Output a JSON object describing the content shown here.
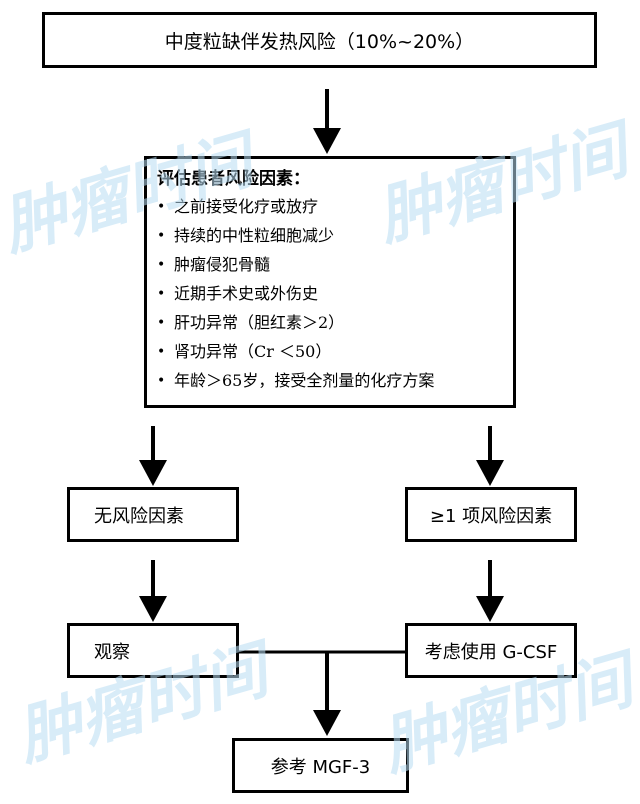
{
  "nodes": {
    "top": "中度粒缺伴发热风险（10%~20%）",
    "factors_title": "评估患者风险因素：",
    "factors": [
      "之前接受化疗或放疗",
      "持续的中性粒细胞减少",
      "肿瘤侵犯骨髓",
      "近期手术史或外伤史",
      "肝功异常（胆红素＞2）",
      "肾功异常（Cr ＜50）",
      "年龄＞65岁，接受全剂量的化疗方案"
    ],
    "no_risk": "无风险因素",
    "risk": "≥1 项风险因素",
    "observe": "观察",
    "gcsf": "考虑使用 G-CSF",
    "reference": "参考 MGF-3"
  },
  "bullet": "•",
  "watermark": "肿瘤时间",
  "colors": {
    "line": "#000000",
    "watermark": "#b8dcf2"
  }
}
